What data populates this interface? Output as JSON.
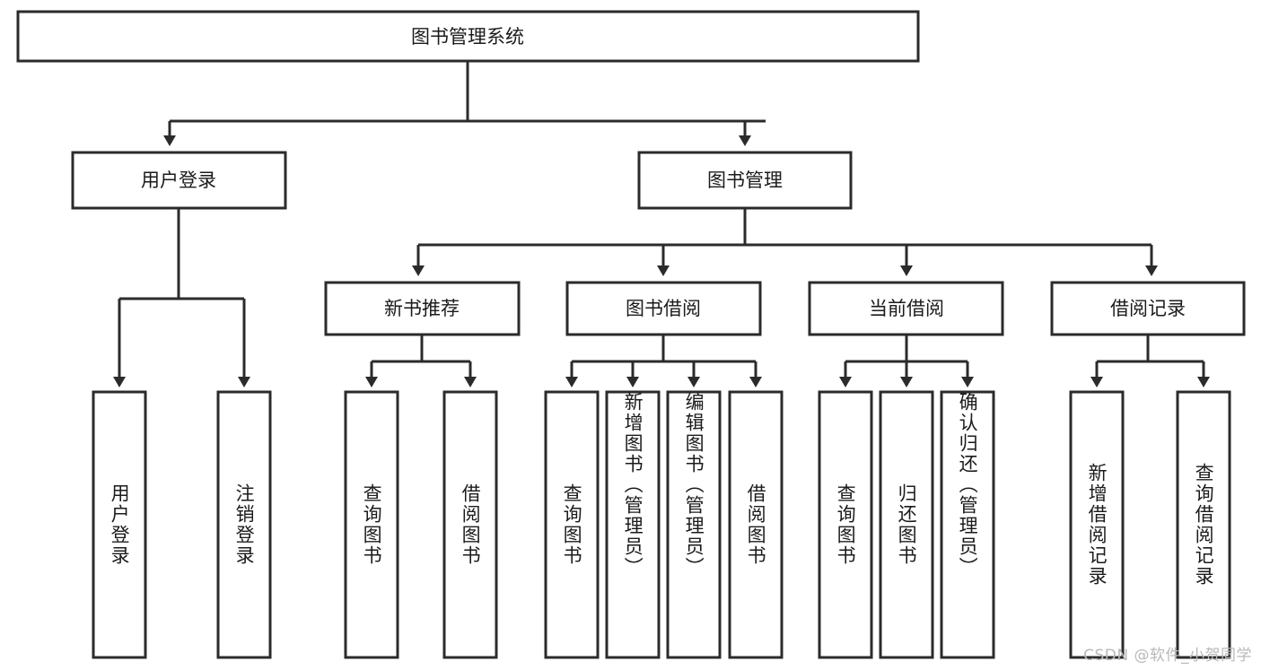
{
  "diagram": {
    "title": "图书管理系统",
    "type": "tree-hierarchy-chart",
    "orientation": "top-down",
    "watermark": "CSDN @软件_小贺同学",
    "colors": {
      "box_border": "#2b2b2b",
      "box_fill": "#ffffff",
      "connector": "#2b2b2b",
      "text": "#1b1b1b",
      "background": "#ffffff",
      "watermark": "#b9b9b9"
    },
    "root": {
      "id": "root",
      "label": "图书管理系统",
      "text_direction": "horizontal"
    },
    "level2": [
      {
        "id": "user-login",
        "label": "用户登录",
        "text_direction": "horizontal"
      },
      {
        "id": "book-management",
        "label": "图书管理",
        "text_direction": "horizontal"
      }
    ],
    "level3": [
      {
        "id": "new-book-recommend",
        "label": "新书推荐",
        "parent": "book-management",
        "text_direction": "horizontal"
      },
      {
        "id": "book-borrow",
        "label": "图书借阅",
        "parent": "book-management",
        "text_direction": "horizontal"
      },
      {
        "id": "current-borrow",
        "label": "当前借阅",
        "parent": "book-management",
        "text_direction": "horizontal"
      },
      {
        "id": "borrow-record",
        "label": "借阅记录",
        "parent": "book-management",
        "text_direction": "horizontal"
      }
    ],
    "leaves": [
      {
        "id": "leaf-user-login",
        "label": "用户登录",
        "parent": "user-login",
        "text_direction": "vertical"
      },
      {
        "id": "leaf-logout-login",
        "label": "注销登录",
        "parent": "user-login",
        "text_direction": "vertical"
      },
      {
        "id": "leaf-query-book-1",
        "label": "查询图书",
        "parent": "new-book-recommend",
        "text_direction": "vertical"
      },
      {
        "id": "leaf-borrow-book-1",
        "label": "借阅图书",
        "parent": "new-book-recommend",
        "text_direction": "vertical"
      },
      {
        "id": "leaf-query-book-2",
        "label": "查询图书",
        "parent": "book-borrow",
        "text_direction": "vertical"
      },
      {
        "id": "leaf-add-book",
        "label": "新增图书（管理员）",
        "parent": "book-borrow",
        "text_direction": "vertical"
      },
      {
        "id": "leaf-edit-book",
        "label": "编辑图书（管理员）",
        "parent": "book-borrow",
        "text_direction": "vertical"
      },
      {
        "id": "leaf-borrow-book-2",
        "label": "借阅图书",
        "parent": "book-borrow",
        "text_direction": "vertical"
      },
      {
        "id": "leaf-query-book-3",
        "label": "查询图书",
        "parent": "current-borrow",
        "text_direction": "vertical"
      },
      {
        "id": "leaf-return-book",
        "label": "归还图书",
        "parent": "current-borrow",
        "text_direction": "vertical"
      },
      {
        "id": "leaf-confirm-return",
        "label": "确认归还（管理员）",
        "parent": "current-borrow",
        "text_direction": "vertical"
      },
      {
        "id": "leaf-add-record",
        "label": "新增借阅记录",
        "parent": "borrow-record",
        "text_direction": "vertical"
      },
      {
        "id": "leaf-query-record",
        "label": "查询借阅记录",
        "parent": "borrow-record",
        "text_direction": "vertical"
      }
    ]
  }
}
